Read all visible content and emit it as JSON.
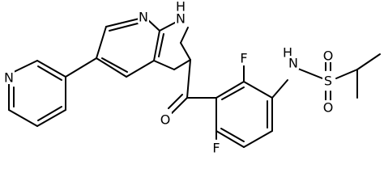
{
  "diagram": {
    "atom_labels": {
      "n_pyrrole_h": "H",
      "n_pyrrole": "N",
      "n_pyridine_fused": "N",
      "n_pyridyl": "N",
      "o_carbonyl": "O",
      "f_upper": "F",
      "f_lower": "F",
      "n_sulfonamide_h": "H",
      "n_sulfonamide": "N",
      "s_sulfonyl": "S",
      "o_sulfonyl_upper": "O",
      "o_sulfonyl_lower": "O"
    }
  }
}
